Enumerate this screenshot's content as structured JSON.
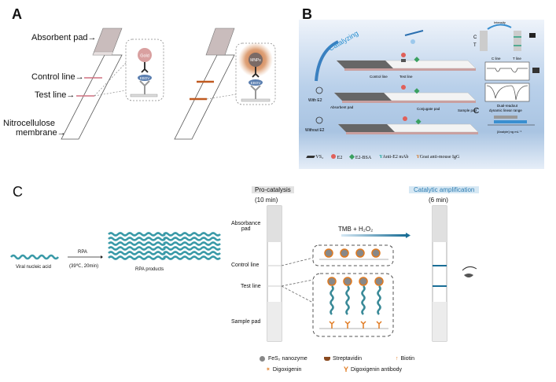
{
  "panelA": {
    "label": "A",
    "labels": {
      "absorbent_pad": "Absorbent pad→",
      "control_line": "Control line→",
      "test_line": "Test line→",
      "nitro_1": "Nitrocellulose",
      "nitro_2": "membrane→"
    },
    "inset1_particle": "Gold",
    "inset1_target": "EBOV",
    "inset2_particle": "MNPs",
    "inset2_target": "EBOV",
    "colors": {
      "gold": "#d9a0a0",
      "mnp_glow": "#c0622a",
      "ebov": "#5b7fb0",
      "line_pink": "#d07080",
      "line_orange": "#c05a20"
    }
  },
  "panelB": {
    "label": "B",
    "catalyzing": "Catalyzing",
    "with_e2": "With E2",
    "without_e2": "Without E2",
    "control_line": "Control line",
    "test_line": "Test line",
    "absorbent_pad": "Absorbent pad",
    "conjugate_pad": "Conjugate pad",
    "sample_pad": "Sample pad",
    "intensity": "Intensity",
    "c": "C",
    "t": "T",
    "c_line": "C line",
    "t_line": "T line",
    "panel_c": "C",
    "dual_1": "Dual-readout",
    "dual_2": "dynamic linear range",
    "axis_label": "[Analyte] ng mL⁻¹",
    "legend": [
      {
        "icon": "vs2-sheet-icon",
        "label": "VS₂"
      },
      {
        "icon": "e2-icon",
        "label": "E2"
      },
      {
        "icon": "e2-bsa-icon",
        "label": "E2-BSA"
      },
      {
        "icon": "anti-e2-antibody-icon",
        "label": "Anti-E2 mAb"
      },
      {
        "icon": "goat-antibody-icon",
        "label": "Goat anti-mouse IgG"
      }
    ],
    "colors": {
      "bg_top": "#e6eef8",
      "bg_mid": "#a9c4e2",
      "accent": "#3a8fd0",
      "green": "#3aa060",
      "teal": "#1aa39a",
      "orange": "#d07a30",
      "red": "#e0605a"
    }
  },
  "panelC": {
    "label": "C",
    "viral": "Viral nucleic acid",
    "rpa": "RPA",
    "rpa_cond": "(39℃, 20min)",
    "rpa_products": "RPA products",
    "pro_catalysis": "Pro-catalysis",
    "pro_time": "(10 min)",
    "catalytic": "Catalytic amplification",
    "cat_time": "(6 min)",
    "tmb": "TMB + H₂O₂",
    "absorbance_1": "Absorbance",
    "absorbance_2": "pad",
    "control_line": "Control line",
    "test_line": "Test line",
    "sample_pad": "Sample pad",
    "legend": {
      "fes2": "FeS₂ nanozyme",
      "streptavidin": "Streptavidin",
      "biotin": "Biotin",
      "digoxigenin": "Digoxigenin",
      "dig_antibody": "Digoxigenin antibody"
    },
    "colors": {
      "blue_line": "#1a6e96",
      "orange": "#e07a20",
      "dna_teal": "#3a9aa8",
      "cat_bg": "#d6e8f4",
      "pro_bg": "#e2e2e2"
    }
  }
}
